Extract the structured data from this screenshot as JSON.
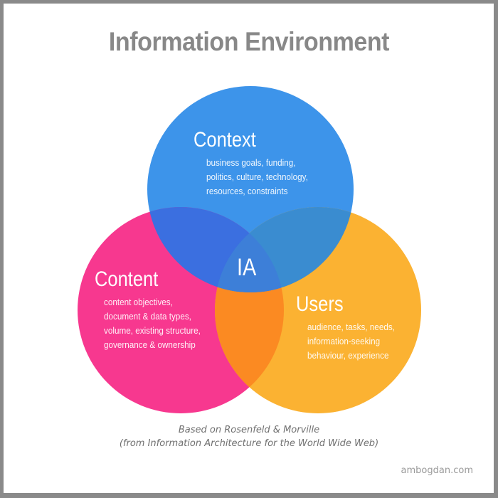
{
  "title": "Information Environment",
  "colors": {
    "frame": "#8a8a8a",
    "background": "#ffffff",
    "context": "#3d94ea",
    "content": "#f7388f",
    "users": "#fbb232",
    "context_content_overlap": "#3b6fe0",
    "context_users_overlap": "#3a8cd0",
    "content_users_overlap": "#fb8a22",
    "center_overlap": "#3d7fd8",
    "title_text": "#888888"
  },
  "venn": {
    "center_label": "IA",
    "circles": [
      {
        "id": "context",
        "label": "Context",
        "description": [
          "business goals, funding,",
          "politics, culture, technology,",
          "resources, constraints"
        ]
      },
      {
        "id": "content",
        "label": "Content",
        "description": [
          "content objectives,",
          "document & data types,",
          "volume, existing structure,",
          "governance & ownership"
        ]
      },
      {
        "id": "users",
        "label": "Users",
        "description": [
          "audience, tasks, needs,",
          "information-seeking",
          "behaviour, experience"
        ]
      }
    ]
  },
  "caption": {
    "line1": "Based on Rosenfeld & Morville",
    "line2": "(from Information Architecture for the World Wide Web)"
  },
  "watermark": "ambogdan.com"
}
